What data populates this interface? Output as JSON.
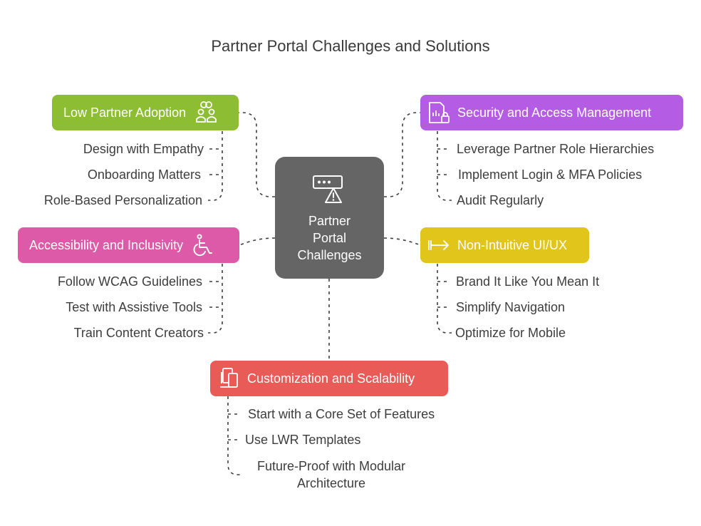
{
  "title": "Partner Portal Challenges and Solutions",
  "center": {
    "label": "Partner\nPortal\nChallenges",
    "icon": "warning-screen-icon"
  },
  "categories": {
    "adoption": {
      "label": "Low Partner Adoption",
      "color": "#8cbd33",
      "icon": "users-icon",
      "items": [
        "Design with Empathy",
        "Onboarding Matters",
        "Role-Based Personalization"
      ]
    },
    "security": {
      "label": "Security and Access Management",
      "color": "#b45de4",
      "icon": "secure-document-icon",
      "items": [
        "Leverage Partner Role Hierarchies",
        "Implement Login & MFA Policies",
        "Audit Regularly"
      ]
    },
    "accessibility": {
      "label": "Accessibility and Inclusivity",
      "color": "#dd5aa8",
      "icon": "wheelchair-icon",
      "items": [
        "Follow WCAG Guidelines",
        "Test with Assistive Tools",
        "Train Content Creators"
      ]
    },
    "ui": {
      "label": "Non-Intuitive UI/UX",
      "color": "#e2c51b",
      "icon": "arrow-right-icon",
      "items": [
        "Brand It Like You Mean It",
        "Simplify Navigation",
        "Optimize for Mobile"
      ]
    },
    "custom": {
      "label": "Customization and Scalability",
      "color": "#e85b57",
      "icon": "devices-icon",
      "items": [
        "Start with a Core Set of Features",
        "Use LWR Templates",
        "Future-Proof with Modular Architecture"
      ]
    }
  }
}
